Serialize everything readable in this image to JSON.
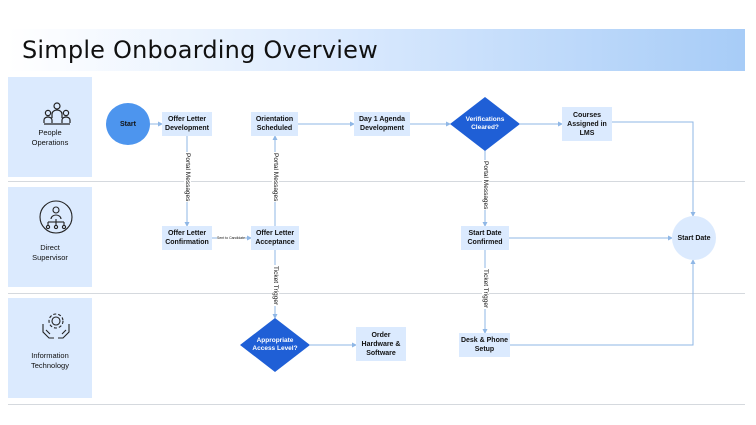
{
  "title": "Simple Onboarding Overview",
  "lanes": [
    {
      "label_line1": "People",
      "label_line2": "Operations",
      "icon": "people-group-icon"
    },
    {
      "label_line1": "Direct",
      "label_line2": "Supervisor",
      "icon": "supervisor-org-icon"
    },
    {
      "label_line1": "Information",
      "label_line2": "Technology",
      "icon": "gear-hands-icon"
    }
  ],
  "nodes": {
    "start": "Start",
    "offer_dev": [
      "Offer Letter",
      "Development"
    ],
    "orientation": [
      "Orientation",
      "Scheduled"
    ],
    "day1": [
      "Day 1 Agenda",
      "Development"
    ],
    "verifications": [
      "Verifications",
      "Cleared?"
    ],
    "courses": [
      "Courses",
      "Assigned in",
      "LMS"
    ],
    "offer_conf": [
      "Offer Letter",
      "Confirmation"
    ],
    "offer_accept": [
      "Offer Letter",
      "Acceptance"
    ],
    "start_confirmed": [
      "Start Date",
      "Confirmed"
    ],
    "start_date": "Start Date",
    "access": [
      "Appropriate",
      "Access Level?"
    ],
    "order_hw": [
      "Order",
      "Hardware &",
      "Software"
    ],
    "desk_phone": [
      "Desk & Phone",
      "Setup"
    ]
  },
  "edge_labels": {
    "portal1": "Portal Messages",
    "portal2": "Portal Messages",
    "portal3": "Portal Messages",
    "sent": "Sent to Candidate",
    "ticket1": "Ticket Trigger",
    "ticket2": "Ticket Trigger"
  },
  "colors": {
    "accent": "#1f5fd6",
    "start_circle": "#4d95ee",
    "node_fill": "#dbeafe",
    "line": "#8fb7e6"
  }
}
